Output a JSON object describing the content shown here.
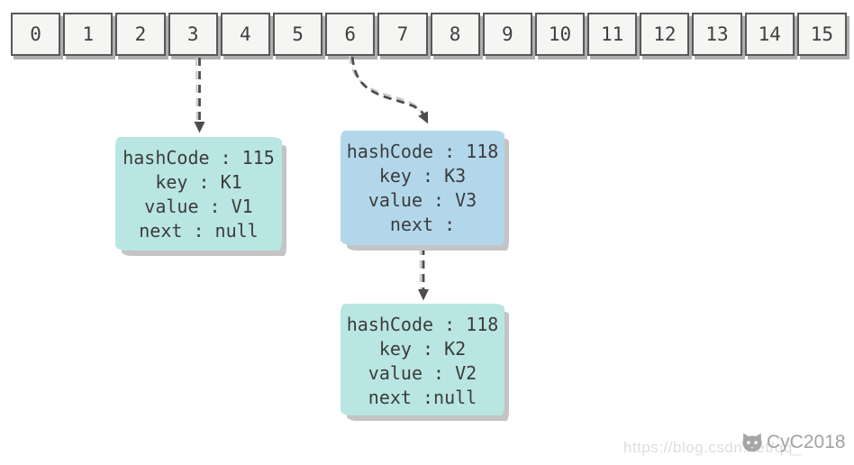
{
  "array": {
    "cells": [
      "0",
      "1",
      "2",
      "3",
      "4",
      "5",
      "6",
      "7",
      "8",
      "9",
      "10",
      "11",
      "12",
      "13",
      "14",
      "15"
    ]
  },
  "nodes": [
    {
      "id": "node-k1",
      "lines": [
        "hashCode : 115",
        "key : K1",
        "value : V1",
        "next : null"
      ]
    },
    {
      "id": "node-k3",
      "lines": [
        "hashCode : 118",
        "key : K3",
        "value : V3",
        "next :"
      ]
    },
    {
      "id": "node-k2",
      "lines": [
        "hashCode : 118",
        "key : K2",
        "value : V2",
        "next :null"
      ]
    }
  ],
  "arrows": [
    {
      "from": "cell-3",
      "to": "node-k1",
      "style": "dashed"
    },
    {
      "from": "cell-6",
      "to": "node-k3",
      "style": "dashed-curved"
    },
    {
      "from": "node-k3",
      "to": "node-k2",
      "style": "dashed"
    }
  ],
  "watermark": {
    "url_text": "https://blog.csdn.net/qq_",
    "author": "CyC2018",
    "logo": "csdn-cat-logo"
  },
  "colors": {
    "node_cyan": "#b9e6e2",
    "node_blue": "#b2d7eb",
    "cell_bg": "#f5f5f3",
    "cell_border": "#585858",
    "shadow_gray": "#c4c4c4",
    "arrow_dark": "#4d4d4d",
    "arrow_echo": "#cccccc",
    "watermark_faint": "#dedede",
    "watermark_gray": "#a2a2a2"
  }
}
